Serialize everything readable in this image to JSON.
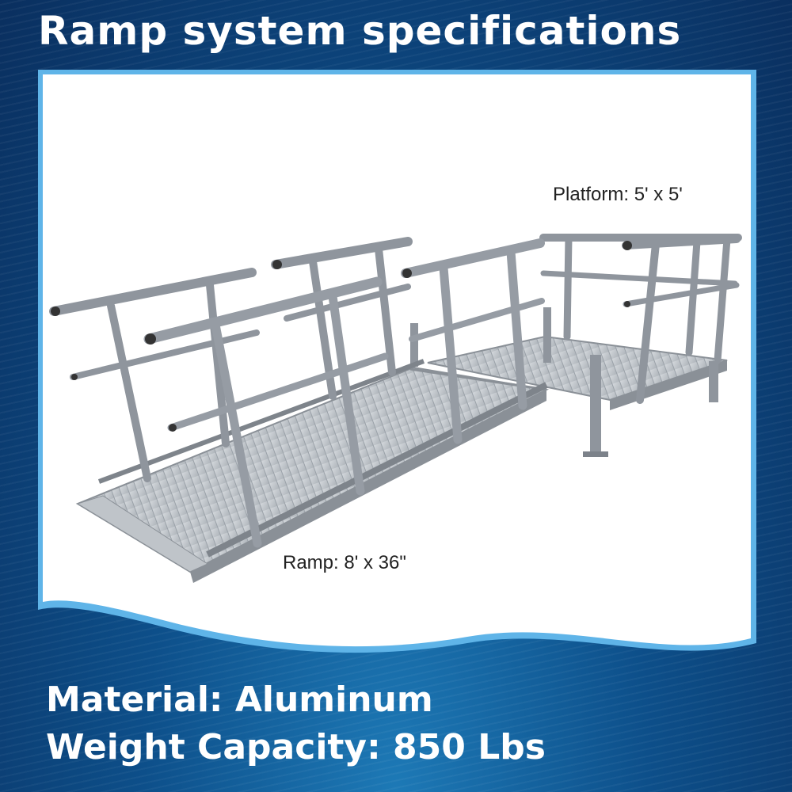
{
  "title": "Ramp system specifications",
  "labels": {
    "platform": "Platform: 5' x 5'",
    "ramp": "Ramp: 8' x 36\""
  },
  "specs": {
    "material": "Material: Aluminum",
    "capacity": "Weight Capacity: 850 Lbs"
  },
  "colors": {
    "background": "#0b3f73",
    "panel": "#ffffff",
    "panel_edge": "#5fb4e8",
    "rail": "#8f959d",
    "deck": "#c9ced3"
  }
}
